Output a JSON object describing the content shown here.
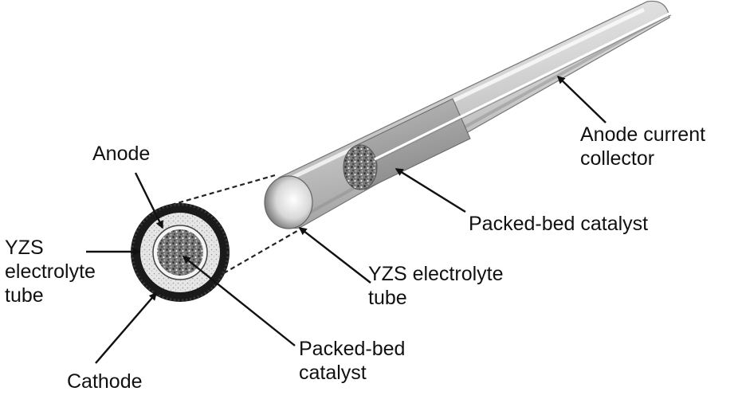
{
  "labels": {
    "anode": "Anode",
    "yzs_left": [
      "YZS",
      "electrolyte",
      "tube"
    ],
    "cathode": "Cathode",
    "packed_bed_left": [
      "Packed-bed",
      "catalyst"
    ],
    "yzs_right": [
      "YZS electrolyte",
      "tube"
    ],
    "packed_bed_right": "Packed-bed catalyst",
    "anode_collector": [
      "Anode current",
      "collector"
    ]
  },
  "colors": {
    "text": "#111111",
    "arrow": "#111111",
    "tube_light": "#f2f2f2",
    "tube_mid": "#cfcfcf",
    "tube_dark": "#9a9a9a",
    "cathode_ring": "#1a1a1a",
    "electrolyte_fill": "#d9d9d9",
    "catalyst_fill": "#6f6f6f"
  }
}
